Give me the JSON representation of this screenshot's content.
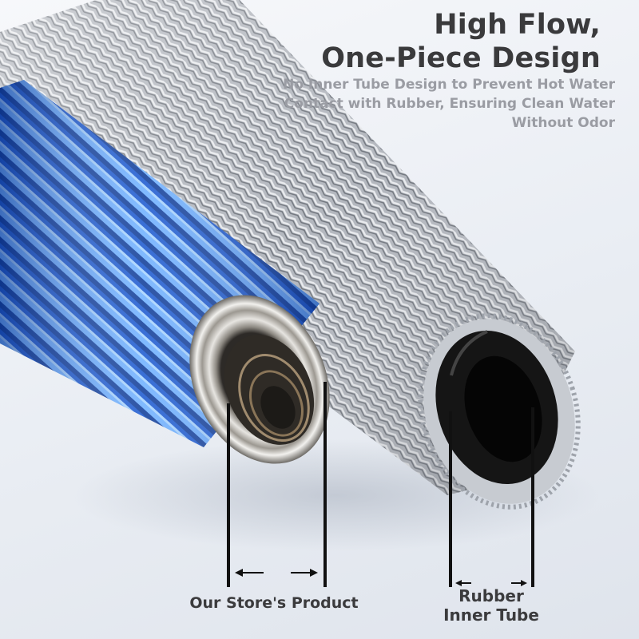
{
  "headline": {
    "line1": "High Flow,",
    "line2": "One-Piece Design"
  },
  "subtext": {
    "line1": "No Inner Tube Design to Prevent Hot Water",
    "line2": "Contact with Rubber, Ensuring Clean Water",
    "line3": "Without Odor"
  },
  "labels": {
    "store_product": "Our Store's Product",
    "rubber_line1": "Rubber",
    "rubber_line2": "Inner Tube"
  },
  "colors": {
    "headline": "#3a3a3c",
    "subtext": "#9a9ca3",
    "blue_hose": "#1f5fd6",
    "steel": "#b9bdc4",
    "rubber": "#111111"
  }
}
